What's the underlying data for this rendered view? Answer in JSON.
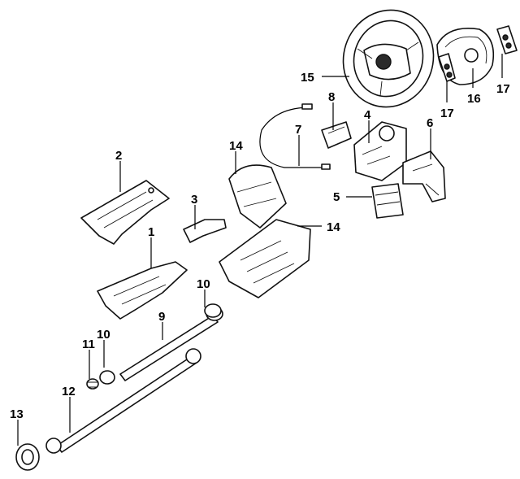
{
  "callouts": [
    {
      "id": "c1",
      "label": "1"
    },
    {
      "id": "c2",
      "label": "2"
    },
    {
      "id": "c3",
      "label": "3"
    },
    {
      "id": "c4",
      "label": "4"
    },
    {
      "id": "c5",
      "label": "5"
    },
    {
      "id": "c6",
      "label": "6"
    },
    {
      "id": "c7",
      "label": "7"
    },
    {
      "id": "c8",
      "label": "8"
    },
    {
      "id": "c9",
      "label": "9"
    },
    {
      "id": "c10a",
      "label": "10"
    },
    {
      "id": "c10b",
      "label": "10"
    },
    {
      "id": "c11",
      "label": "11"
    },
    {
      "id": "c12",
      "label": "12"
    },
    {
      "id": "c13",
      "label": "13"
    },
    {
      "id": "c14a",
      "label": "14"
    },
    {
      "id": "c14b",
      "label": "14"
    },
    {
      "id": "c15",
      "label": "15"
    },
    {
      "id": "c16",
      "label": "16"
    },
    {
      "id": "c17a",
      "label": "17"
    },
    {
      "id": "c17b",
      "label": "17"
    }
  ]
}
